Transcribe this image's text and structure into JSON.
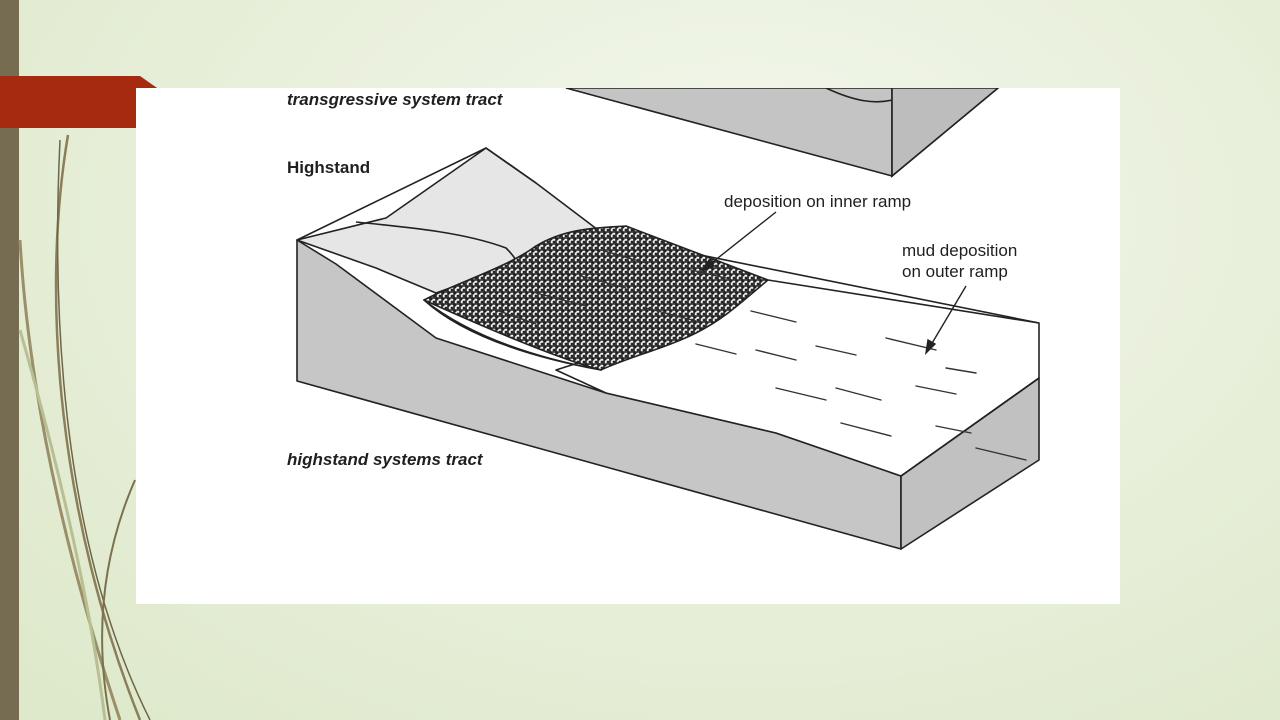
{
  "slide": {
    "colors": {
      "background": "#e6eed7",
      "left_bar": "#766c52",
      "accent_tab": "#a52a10",
      "swoosh": "#8a7f5a"
    }
  },
  "diagram": {
    "labels": {
      "top_caption": "transgressive system tract",
      "highstand": "Highstand",
      "inner_ramp": "deposition on inner ramp",
      "outer_ramp_line1": "mud deposition",
      "outer_ramp_line2": "on outer ramp",
      "bottom_caption": "highstand systems tract"
    }
  }
}
